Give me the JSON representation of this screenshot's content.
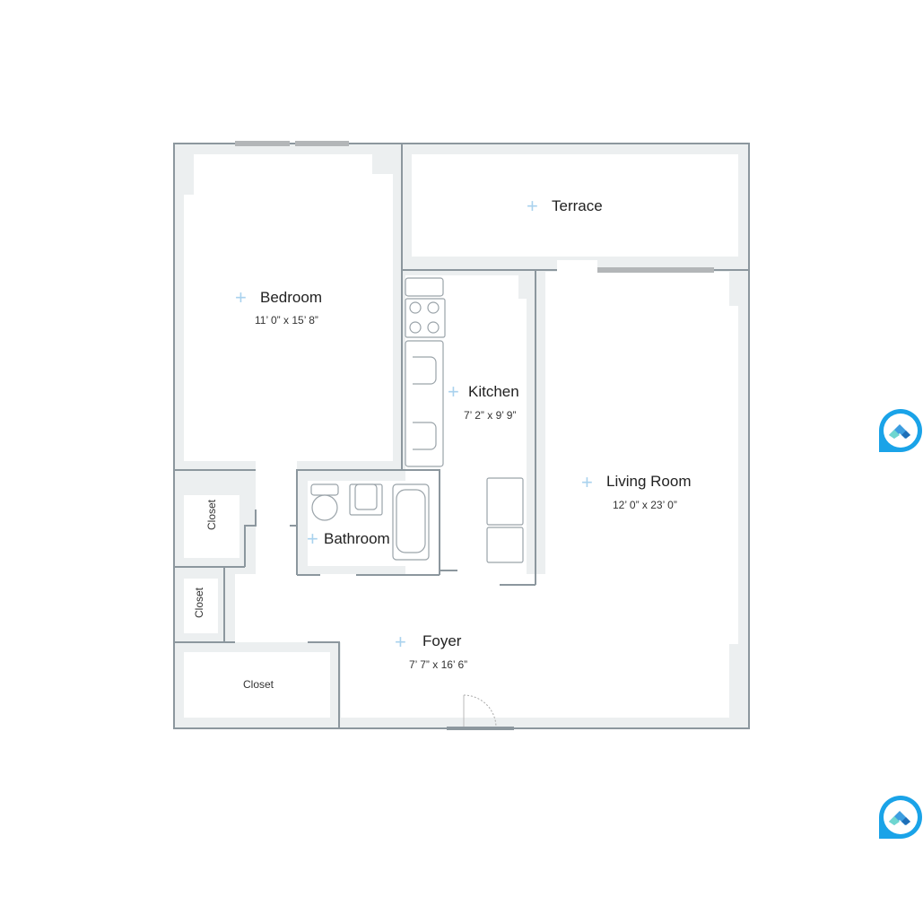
{
  "rooms": {
    "terrace": {
      "name": "Terrace"
    },
    "bedroom": {
      "name": "Bedroom",
      "dimensions": "11’ 0” x 15’ 8”"
    },
    "kitchen": {
      "name": "Kitchen",
      "dimensions": "7’ 2” x 9’ 9”"
    },
    "living_room": {
      "name": "Living Room",
      "dimensions": "12’ 0” x 23’ 0”"
    },
    "bathroom": {
      "name": "Bathroom"
    },
    "foyer": {
      "name": "Foyer",
      "dimensions": "7’ 7” x 16’ 6”"
    },
    "closets": [
      {
        "name": "Closet"
      },
      {
        "name": "Closet"
      },
      {
        "name": "Closet"
      }
    ]
  },
  "colors": {
    "wall": "#8c979e",
    "wall_fill": "#eceff0",
    "window": "#b3b6b8",
    "marker": "#a9d2ee",
    "logo": "#1aa3e8"
  },
  "icons": [
    "plus-marker-icon",
    "app-logo-icon"
  ]
}
